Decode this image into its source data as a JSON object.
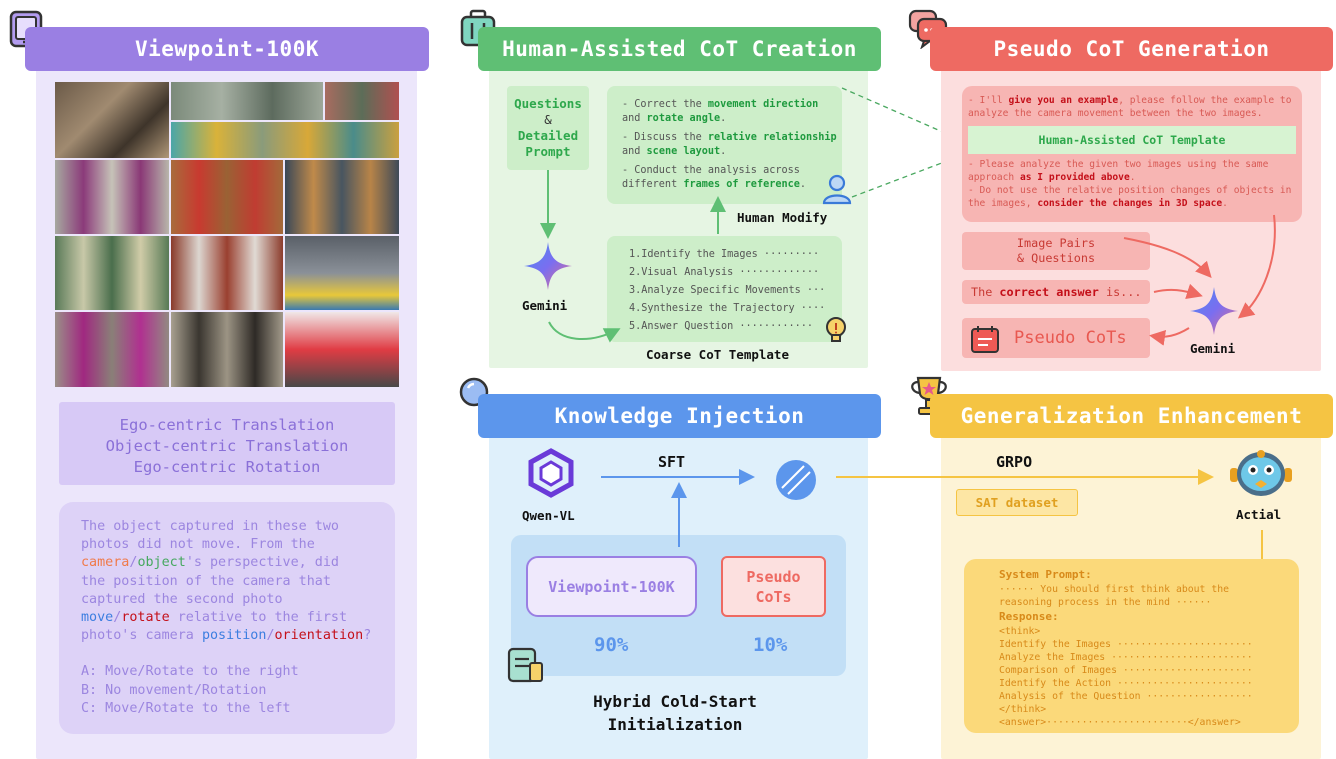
{
  "panels": {
    "viewpoint": {
      "title": "Viewpoint-100K",
      "categories": [
        "Ego-centric Translation",
        "Object-centric Translation",
        "Ego-centric Rotation"
      ],
      "question": {
        "line1": "The object captured in these two",
        "line2": "photos did not move. From the",
        "camera": "camera",
        "slash": "/",
        "object": "object",
        "line3_rest": "'s perspective, did",
        "line4": "the position of the camera that",
        "line5": "captured the second photo",
        "move": "move",
        "rotate": "rotate",
        "line6_rest": " relative to the first",
        "line7_pre": "photo's camera ",
        "position": "position",
        "orientation": "orientation",
        "qmark": "?"
      },
      "options": [
        "A: Move/Rotate to the right",
        "B: No movement/Rotation",
        "C: Move/Rotate to the left"
      ]
    },
    "human_cot": {
      "title": "Human-Assisted CoT Creation",
      "questions_box": [
        "Questions",
        "&",
        "Detailed",
        "Prompt"
      ],
      "gemini_label": "Gemini",
      "modify_items": [
        {
          "pre": "- Correct the ",
          "hl1": "movement direction",
          "mid": " and ",
          "hl2": "rotate angle",
          "post": "."
        },
        {
          "pre": "- Discuss the ",
          "hl1": "relative relationship",
          "mid": " and ",
          "hl2": "scene layout",
          "post": "."
        },
        {
          "pre": "- Conduct the analysis across different ",
          "hl1": "frames of reference",
          "mid": "",
          "hl2": "",
          "post": "."
        }
      ],
      "human_modify_label": "Human Modify",
      "template_steps": [
        "1.Identify the Images ·········",
        "2.Visual Analysis ·············",
        "3.Analyze Specific Movements ···",
        "4.Synthesize the Trajectory ····",
        "5.Answer Question ············"
      ],
      "template_label": "Coarse CoT Template"
    },
    "pseudo_cot": {
      "title": "Pseudo CoT Generation",
      "prompt_a_pre": "- I'll ",
      "prompt_a_hl": "give you an example",
      "prompt_a_post": ", please follow the example to analyze the camera movement between the two images.",
      "template_label": "Human-Assisted CoT Template",
      "prompt_b_pre": "- Please analyze the given two images using the same approach ",
      "prompt_b_hl": "as I provided above",
      "prompt_b_post": ".",
      "prompt_c_pre": "- Do not use the relative position changes of objects in the images, ",
      "prompt_c_hl": "consider the changes in 3D space",
      "prompt_c_post": ".",
      "image_pairs": [
        "Image Pairs",
        "& Questions"
      ],
      "answer_pre": "The ",
      "answer_hl": "correct answer",
      "answer_post": " is...",
      "pseudo_cots_label": "Pseudo CoTs",
      "gemini_label": "Gemini"
    },
    "knowledge": {
      "title": "Knowledge Injection",
      "qwen_label": "Qwen-VL",
      "sft_label": "SFT",
      "viewpoint_box": "Viewpoint-100K",
      "pseudo_box": [
        "Pseudo",
        "CoTs"
      ],
      "viewpoint_pct": "90%",
      "pseudo_pct": "10%",
      "hybrid_label": [
        "Hybrid Cold-Start",
        "Initialization"
      ]
    },
    "generalization": {
      "title": "Generalization Enhancement",
      "grpo_label": "GRPO",
      "sat_label": "SAT dataset",
      "actial_label": "Actial",
      "system_prompt_title": "System Prompt:",
      "system_prompt_text": [
        "······ You should first think about the",
        "reasoning process in the mind ······"
      ],
      "response_title": "Response:",
      "response_lines": [
        "<think>",
        "Identify the Images ·······················",
        "Analyze the Images ························",
        "Comparison of Images ······················",
        "Identify the Action ·······················",
        "Analysis of the Question ··················",
        "</think>",
        "<answer>························</answer>"
      ]
    }
  },
  "colors": {
    "viewpoint": "#9a7fe3",
    "human_cot": "#5fbf74",
    "pseudo": "#ee6a62",
    "knowledge": "#5c96ec",
    "generalization": "#f5c443"
  }
}
